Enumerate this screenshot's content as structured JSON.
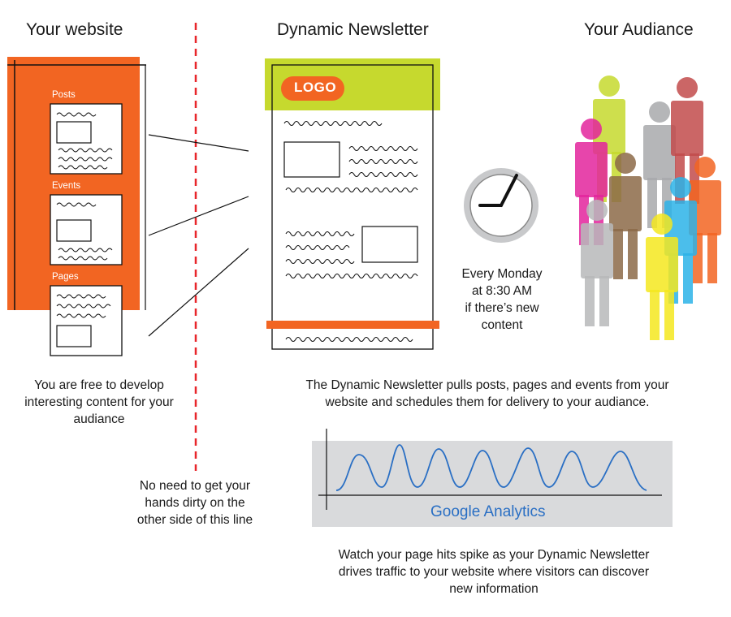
{
  "headings": {
    "website": "Your website",
    "newsletter": "Dynamic Newsletter",
    "audience": "Your Audiance"
  },
  "website_sections": {
    "posts": "Posts",
    "events": "Events",
    "pages": "Pages"
  },
  "newsletter": {
    "logo": "LOGO"
  },
  "schedule": {
    "line1": "Every Monday",
    "line2": "at 8:30 AM",
    "line3": "if there’s new",
    "line4": "content"
  },
  "captions": {
    "website_line1": "You are free to develop",
    "website_line2": "interesting content for your",
    "website_line3": "audiance",
    "newsletter_line1": "The Dynamic Newsletter pulls posts, pages and events from your",
    "newsletter_line2": "website and schedules them for delivery to your audiance.",
    "divider_line1": "No need to get your",
    "divider_line2": "hands dirty on the",
    "divider_line3": "other side of this line",
    "analytics_line1": "Watch your page hits spike as your Dynamic Newsletter",
    "analytics_line2": "drives traffic to your website where visitors can discover",
    "analytics_line3": "new information"
  },
  "analytics": {
    "label": "Google Analytics"
  },
  "colors": {
    "orange": "#f26522",
    "lime": "#c6d92e",
    "divider_red": "#e8262a",
    "analytics_bg": "#d9dadc",
    "analytics_line": "#2a6fc4",
    "clock_face": "#c8c9cb"
  },
  "icons": {
    "clock": "clock-icon",
    "people": "people-crowd-icon"
  }
}
